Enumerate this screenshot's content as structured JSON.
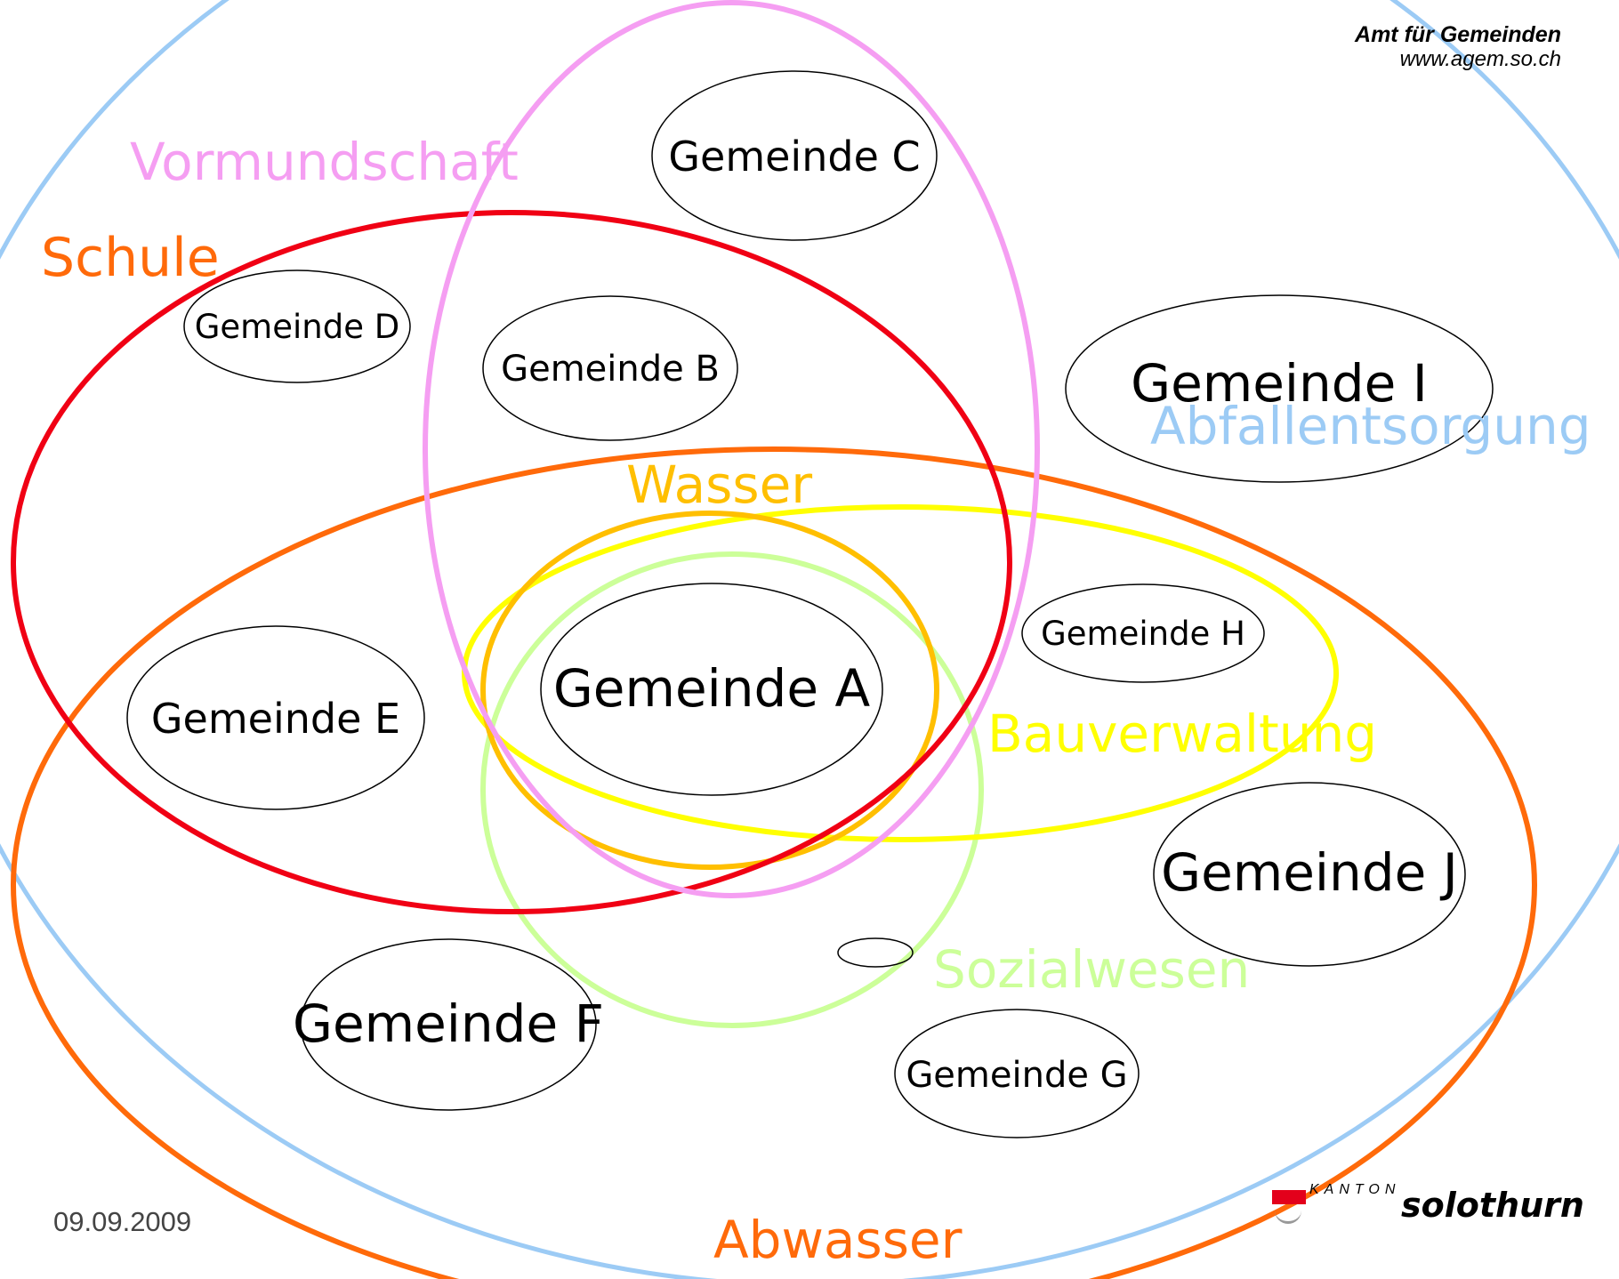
{
  "header": {
    "org": "Amt für Gemeinden",
    "url": "www.agem.so.ch"
  },
  "footer": {
    "date": "09.09.2009",
    "logo_kanton": "KANTON",
    "logo_name": "solothurn"
  },
  "colors": {
    "abfallentsorgung": "#9ccbf5",
    "vormundschaft": "#f59ef2",
    "schule": "#f00014",
    "abwasser": "#ff6a0a",
    "wasser": "#ffbf00",
    "bauverwaltung": "#ffff00",
    "sozialwesen": "#ccff99",
    "gemeinde": "#000000"
  },
  "areas": {
    "vormundschaft": "Vormundschaft",
    "schule": "Schule",
    "wasser": "Wasser",
    "bauverwaltung": "Bauverwaltung",
    "abfallentsorgung": "Abfallentsorgung",
    "sozialwesen": "Sozialwesen",
    "abwasser": "Abwasser"
  },
  "gemeinden": {
    "a": "Gemeinde A",
    "b": "Gemeinde B",
    "c": "Gemeinde C",
    "d": "Gemeinde D",
    "e": "Gemeinde E",
    "f": "Gemeinde F",
    "g": "Gemeinde G",
    "h": "Gemeinde H",
    "i": "Gemeinde I",
    "j": "Gemeinde J"
  }
}
